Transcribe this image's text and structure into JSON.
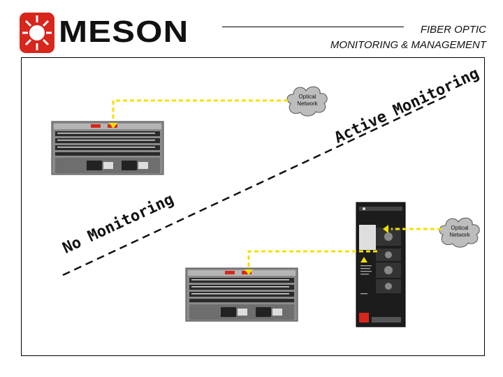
{
  "header": {
    "brand": "MESON",
    "title_line1": "FIBER OPTIC",
    "title_line2": "MONITORING & MANAGEMENT"
  },
  "diagram": {
    "cloud_top": {
      "line1": "Optical",
      "line2": "Network"
    },
    "cloud_right": {
      "line1": "Optical",
      "line2": "Network"
    },
    "label_active": "Active Monitoring",
    "label_none": "No Monitoring",
    "link_color": "#f5e000",
    "logo_red": "#d8261c"
  }
}
